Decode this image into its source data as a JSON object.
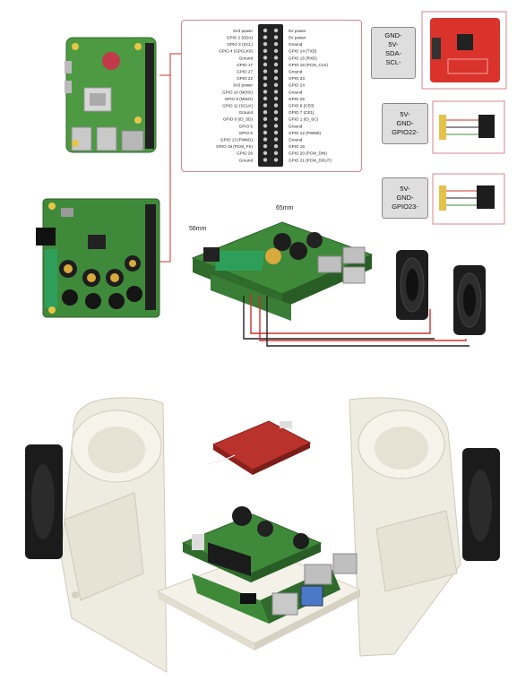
{
  "gpio_header": {
    "left_pins": [
      "3V3 power",
      "GPIO 2 (SDA)",
      "GPIO 3 (SCL)",
      "GPIO 4 (GPCLK0)",
      "Ground",
      "GPIO 17",
      "GPIO 27",
      "GPIO 22",
      "3V3 power",
      "GPIO 10 (MOSI)",
      "GPIO 9 (MISO)",
      "GPIO 11 (SCLK)",
      "Ground",
      "GPIO 0 (ID_SD)",
      "GPIO 5",
      "GPIO 6",
      "GPIO 13 (PWM1)",
      "GPIO 19 (PCM_FS)",
      "GPIO 26",
      "Ground"
    ],
    "right_pins": [
      "5V power",
      "5V power",
      "Ground",
      "GPIO 14 (TXD)",
      "GPIO 15 (RXD)",
      "GPIO 18 (PCM_CLK)",
      "Ground",
      "GPIO 23",
      "GPIO 24",
      "Ground",
      "GPIO 25",
      "GPIO 8 (CE0)",
      "GPIO 7 (CE1)",
      "GPIO 1 (ID_SC)",
      "Ground",
      "GPIO 12 (PWM0)",
      "Ground",
      "GPIO 16",
      "GPIO 20 (PCM_DIN)",
      "GPIO 21 (PCM_DOUT)"
    ]
  },
  "modules": {
    "nfc": {
      "label_lines": [
        "GND-",
        "5V-",
        "SDA-",
        "SCL-"
      ]
    },
    "sensor1": {
      "label_lines": [
        "5V-",
        "GND-",
        "GPIO22-"
      ]
    },
    "sensor2": {
      "label_lines": [
        "5V-",
        "GND-",
        "GPIO23-"
      ]
    }
  },
  "dimensions": {
    "width": "65mm",
    "depth": "56mm"
  },
  "colors": {
    "board_green": "#3f8a3a",
    "wire_red": "#d0302a",
    "pin_box_border": "#d9868e",
    "case_white": "#eeebe0"
  }
}
